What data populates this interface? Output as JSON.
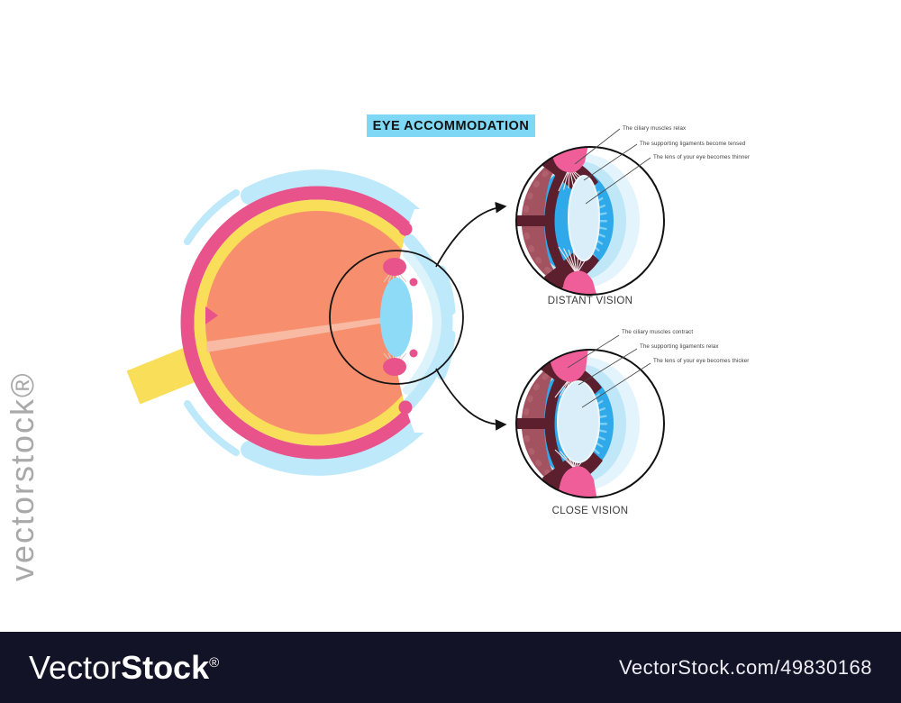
{
  "title": "EYE ACCOMMODATION",
  "distant": {
    "caption": "DISTANT VISION",
    "labels": [
      "The ciliary muscles relax",
      "The supporting ligaments become tensed",
      "The lens of your eye becomes thinner"
    ]
  },
  "close": {
    "caption": "CLOSE VISION",
    "labels": [
      "The ciliary muscles contract",
      "The supporting ligaments relax",
      "The lens of your eye becomes thicker"
    ]
  },
  "watermarks": {
    "vertical": "vectorstock®",
    "brand_light": "Vector",
    "brand_bold": "Stock",
    "registered": "®",
    "credit": "VectorStock.com/49830168"
  },
  "colors": {
    "banner_bg": "#7ED7F4",
    "sclera_blue": "#BEE9FA",
    "ring_pink": "#E9538C",
    "ring_yellow": "#F9DE59",
    "vitreous_salmon": "#F78F6E",
    "hyaloid_canal": "#F8BFA9",
    "lens_main": "#8EDBF7",
    "cornea_inner": "#DDF3FC",
    "muscle_mid": "#A3535F",
    "muscle_dark": "#5C1F2E",
    "muscle_light": "#B16470",
    "ciliary_pink": "#EF5E99",
    "iris_blue": "#2FA9E9",
    "iris_spoke": "#7FD0F4",
    "cornea_band": "#BFE7F8",
    "cornea_pale": "#E4F4FC",
    "lens_detail": "#D9EEF8",
    "fiber_light": "#F1E6E8",
    "leader_line": "#4A4A4A",
    "caption_text": "#3B3B3B",
    "watermark_gray": "#A9A9A9",
    "bottom_bar_bg": "#131327",
    "bottom_bar_text": "#FFFFFF"
  }
}
